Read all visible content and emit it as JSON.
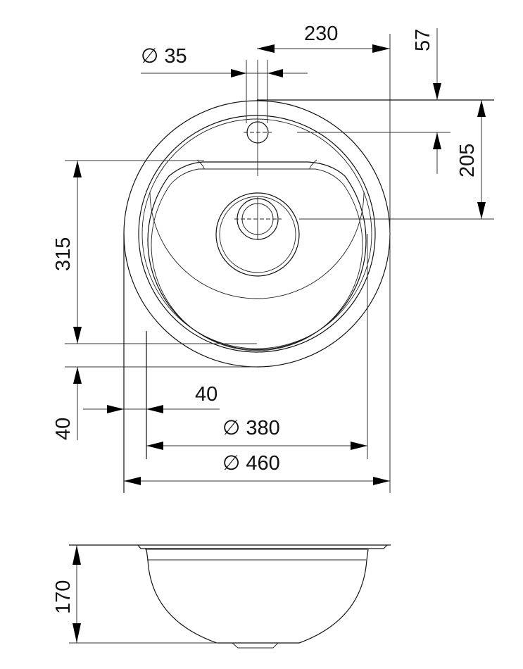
{
  "drawing": {
    "title": "Round sink technical drawing",
    "views": [
      "top-view",
      "side-view"
    ],
    "units": "mm",
    "diameter_symbol": "∅"
  },
  "dimensions": {
    "tap_hole_diameter": "∅  35",
    "tap_hole_offset_horizontal": "230",
    "tap_hole_offset_top": "57",
    "drain_offset_top": "205",
    "bowl_depth_top_view": "315",
    "rim_width_vertical": "40",
    "rim_width_horizontal": "40",
    "bowl_diameter": "∅  380",
    "overall_diameter": "∅  460",
    "sink_depth": "170"
  }
}
